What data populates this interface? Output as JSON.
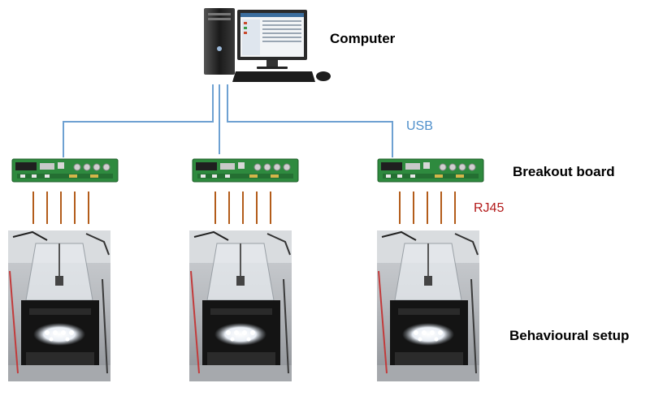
{
  "labels": {
    "computer": "Computer",
    "breakout_board": "Breakout board",
    "behavioural_setup": "Behavioural setup",
    "usb": "USB",
    "rj45": "RJ45"
  },
  "colors": {
    "usb_cable": "#6ea1d2",
    "rj45_wire": "#b35c1a",
    "usb_text": "#4f8fcb",
    "rj45_text": "#b31b1b",
    "pcb": "#2e8a3e"
  },
  "icons": {
    "computer": "desktop-computer-icon",
    "board": "circuit-board-icon",
    "setup": "behavioural-setup-photo"
  },
  "setups": [
    {
      "id": "setup-1"
    },
    {
      "id": "setup-2"
    },
    {
      "id": "setup-3"
    }
  ]
}
